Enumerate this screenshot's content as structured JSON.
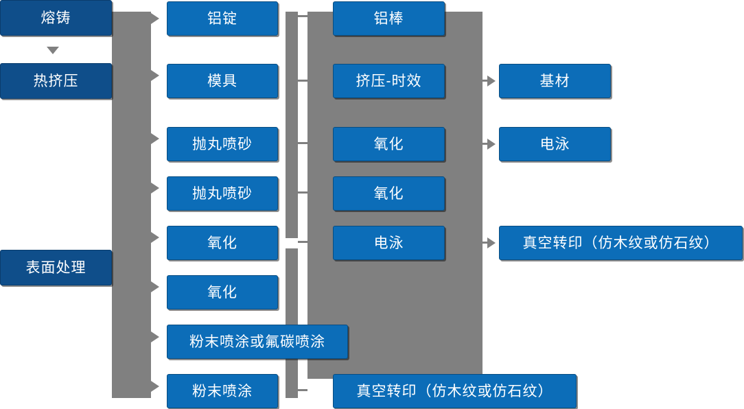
{
  "diagram": {
    "title": "Aluminum profile production flow",
    "colors": {
      "dark_blue": "#0F4E8A",
      "light_blue": "#0C6DB8",
      "connector_gray": "#808080",
      "text": "#FFFFFF",
      "background": "#FFFFFF"
    },
    "stages": {
      "stage1_label": "stage-1-process",
      "stage2_label": "stage-2-process",
      "stage3_label": "stage-3-process",
      "stage4_label": "stage-4-output"
    },
    "column1": [
      {
        "id": "melt-casting",
        "label": "熔铸"
      },
      {
        "id": "hot-extrusion",
        "label": "热挤压"
      },
      {
        "id": "surface-treatment",
        "label": "表面处理"
      }
    ],
    "column2": [
      {
        "id": "aluminum-ingot",
        "label": "铝锭"
      },
      {
        "id": "mold",
        "label": "模具"
      },
      {
        "id": "shot-blasting-1",
        "label": "抛丸喷砂"
      },
      {
        "id": "shot-blasting-2",
        "label": "抛丸喷砂"
      },
      {
        "id": "oxidation-1",
        "label": "氧化"
      },
      {
        "id": "oxidation-2",
        "label": "氧化"
      },
      {
        "id": "powder-or-fluorocarbon-coating",
        "label": "粉末喷涂或氟碳喷涂"
      },
      {
        "id": "powder-coating",
        "label": "粉末喷涂"
      }
    ],
    "column3": [
      {
        "id": "aluminum-bar",
        "label": "铝棒"
      },
      {
        "id": "extrusion-aging",
        "label": "挤压-时效"
      },
      {
        "id": "oxidation-3",
        "label": "氧化"
      },
      {
        "id": "oxidation-4",
        "label": "氧化"
      },
      {
        "id": "electrophoresis-1",
        "label": "电泳"
      },
      {
        "id": "vacuum-transfer-printing-bottom",
        "label": "真空转印（仿木纹或仿石纹）"
      }
    ],
    "column4": [
      {
        "id": "substrate",
        "label": "基材"
      },
      {
        "id": "electrophoresis-2",
        "label": "电泳"
      },
      {
        "id": "vacuum-transfer-printing-right",
        "label": "真空转印（仿木纹或仿石纹）"
      }
    ]
  }
}
